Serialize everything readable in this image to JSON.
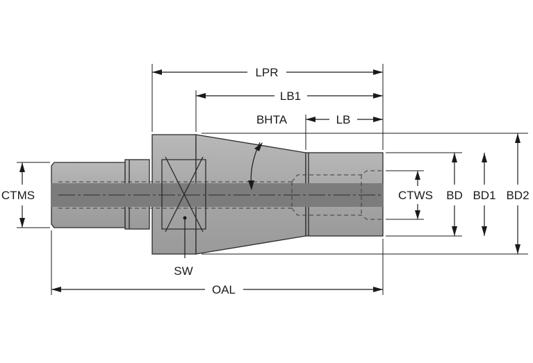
{
  "labels": {
    "lpr": "LPR",
    "lb1": "LB1",
    "lb": "LB",
    "bhta": "BHTA",
    "ctms": "CTMS",
    "ctws": "CTWS",
    "bd": "BD",
    "bd1": "BD1",
    "bd2": "BD2",
    "sw": "SW",
    "oal": "OAL"
  },
  "colors": {
    "body_fill": "#a3a3a3",
    "body_light": "#b4b4b4",
    "coolant_channel": "#7c7c7c",
    "line": "#1a1a1a",
    "background": "#ffffff"
  }
}
